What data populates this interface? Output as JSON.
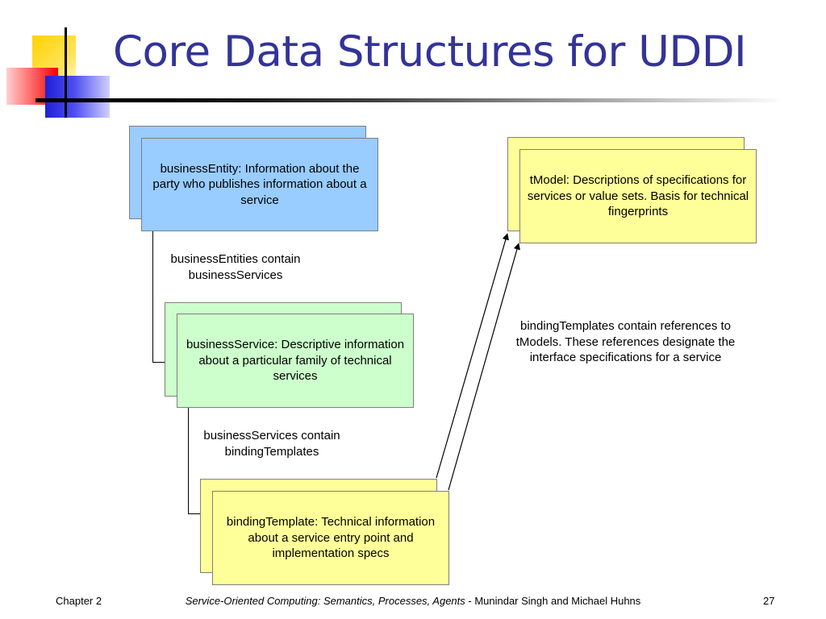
{
  "slide": {
    "title": "Core Data Structures for UDDI"
  },
  "diagram": {
    "business_entity": "businessEntity: Information about the party who publishes information about a service",
    "entities_contain_services": "businessEntities contain businessServices",
    "business_service": "businessService: Descriptive information about a particular family of technical services",
    "services_contain_templates": "businessServices contain bindingTemplates",
    "binding_template": "bindingTemplate: Technical information about a service entry point and implementation specs",
    "tmodel": "tModel: Descriptions of specifications for services or value sets. Basis for technical fingerprints",
    "templates_reference_tmodels": "bindingTemplates contain references to tModels. These references designate the interface specifications for a service",
    "colors": {
      "entity": "#99ccff",
      "service": "#ccffcc",
      "template": "#ffff99",
      "tmodel": "#ffff99",
      "title": "#333399"
    }
  },
  "footer": {
    "chapter": "Chapter 2",
    "book_title": "Service-Oriented Computing: Semantics, Processes, Agents",
    "authors": " - Munindar Singh and Michael Huhns",
    "page_number": "27"
  }
}
